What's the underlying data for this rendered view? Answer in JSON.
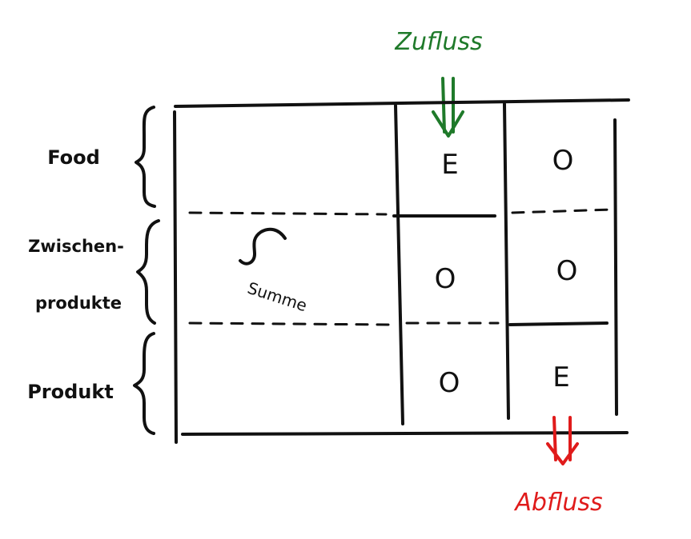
{
  "labels": {
    "inflow": "Zufluss",
    "outflow": "Abfluss",
    "row_food": "Food",
    "row_intermediate_line1": "Zwischen-",
    "row_intermediate_line2": "produkte",
    "row_product": "Produkt",
    "sum_label": "Summe"
  },
  "cells": {
    "food_col1": "E",
    "food_col2": "O",
    "mid_col1": "O",
    "mid_col2": "O",
    "prod_col1": "O",
    "prod_col2": "E"
  },
  "colors": {
    "ink": "#111111",
    "inflow": "#1f7a2a",
    "outflow": "#e01b1b"
  }
}
